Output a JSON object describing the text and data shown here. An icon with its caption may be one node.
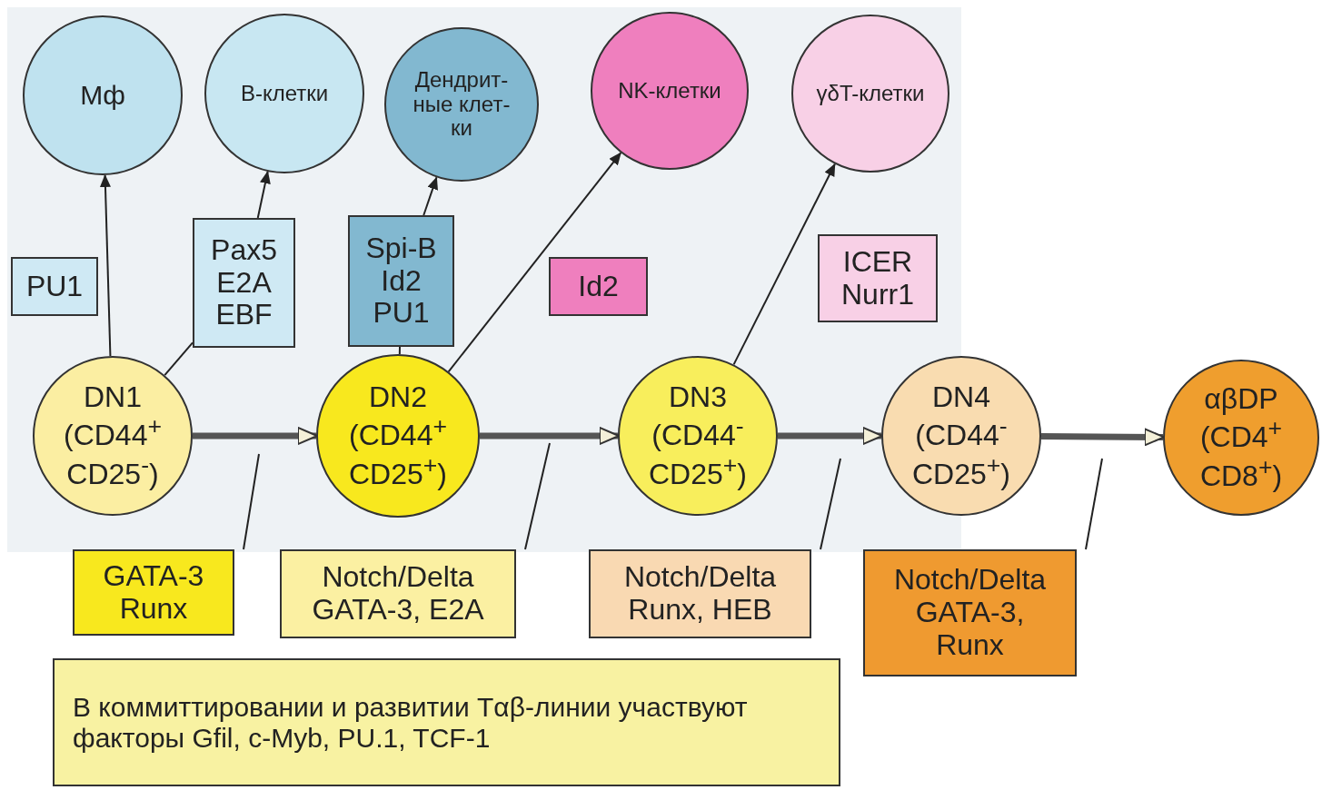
{
  "diagram": {
    "nodes": [
      {
        "text": [
          "Мф"
        ]
      },
      {
        "text": [
          "В-клетки"
        ]
      },
      {
        "text": [
          "Дендрит- ные клет- ки"
        ]
      },
      {
        "text": [
          "NK-клетки"
        ]
      },
      {
        "text": [
          "γδT-клетки"
        ]
      },
      {
        "text": [
          "PU1"
        ]
      },
      {
        "text": [
          "Pax5 E2A EBF"
        ]
      },
      {
        "text": [
          "Spi-B Id2 PU1"
        ]
      },
      {
        "text": [
          "Id2"
        ]
      },
      {
        "text": [
          "ICER Nurr1"
        ]
      },
      {
        "text": [
          "DN1",
          "(CD44$^{+}$ CD25$^{-}$)"
        ]
      },
      {
        "text": [
          "DN2",
          "(CD44$^{+}$ CD25$^{+}$)"
        ]
      },
      {
        "text": [
          "DN3",
          "(CD44$^{-}$ CD25$^{+}$)"
        ]
      },
      {
        "text": [
          "DN4",
          "(CD44$^{-}$ CD25$^{+}$)"
        ]
      },
      {
        "text": [
          "αβDP",
          "(CD4$^{+}$ CD8$^{+}$)"
        ]
      },
      {
        "text": [
          "GATA-3 Runx"
        ]
      },
      {
        "text": [
          "Notch/Delta GATA-3, E2A"
        ]
      },
      {
        "text": [
          "Notch/Delta Runx, HEB"
        ]
      },
      {
        "text": [
          "Notch/Delta GATA-3, Runx"
        ]
      },
      {
        "text": [
          "В коммиттировании и развитии Tαβ-линии участвуют факторы Gfil, c-Myb, PU.1, TCF-1"
        ]
      }
    ],
    "edges": [
      {
        "from": 10,
        "to": 0,
        "arrow": "to"
      },
      {
        "from": 10,
        "to": 6,
        "arrow": "none"
      },
      {
        "from": 6,
        "to": 1,
        "arrow": "to"
      },
      {
        "from": 11,
        "to": 7,
        "arrow": "none"
      },
      {
        "from": 7,
        "to": 2,
        "arrow": "to"
      },
      {
        "from": 11,
        "to": 3,
        "arrow": "to"
      },
      {
        "from": 12,
        "to": 4,
        "arrow": "to"
      },
      {
        "from": 10,
        "to": 11,
        "arrow": "to",
        "style": "thick"
      },
      {
        "from": 11,
        "to": 12,
        "arrow": "to",
        "style": "thick"
      },
      {
        "from": 12,
        "to": 13,
        "arrow": "to",
        "style": "thick"
      },
      {
        "from": 13,
        "to": 14,
        "arrow": "to",
        "style": "thick"
      },
      {
        "from": 15,
        "to": null,
        "arrow": "none"
      },
      {
        "from": 16,
        "to": null,
        "arrow": "none"
      },
      {
        "from": 17,
        "to": null,
        "arrow": "none"
      },
      {
        "from": 18,
        "to": null,
        "arrow": "none"
      }
    ]
  }
}
